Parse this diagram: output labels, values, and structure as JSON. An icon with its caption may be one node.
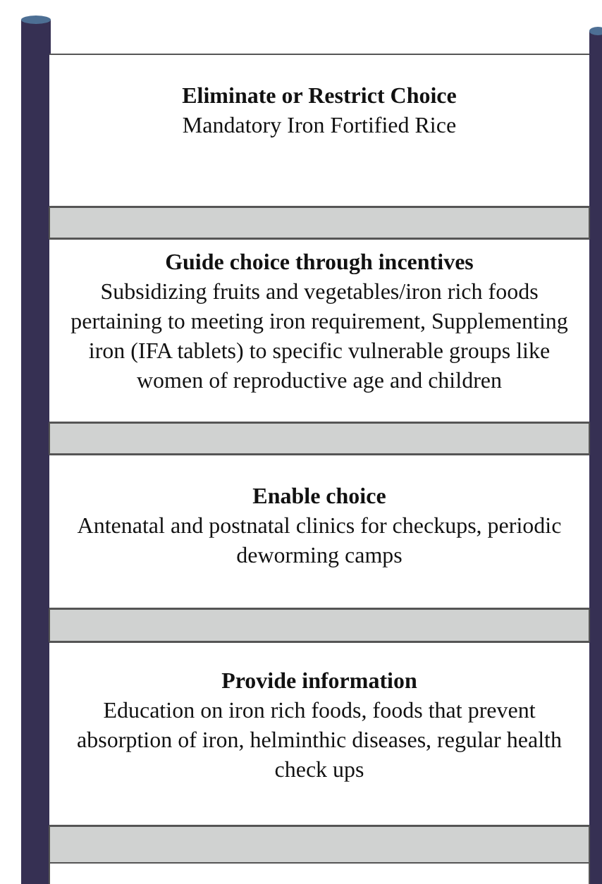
{
  "diagram": {
    "nodes": [
      {
        "text": [
          "Eliminate or Restrict Choice",
          "Mandatory Iron Fortified Rice"
        ]
      },
      {
        "text": [
          "Guide choice through incentives",
          "Subsidizing fruits and vegetables/iron rich foods pertaining to meeting iron requirement, Supplementing iron (IFA tablets) to specific vulnerable groups like women of reproductive age and children"
        ]
      },
      {
        "text": [
          "Enable choice",
          "Antenatal and postnatal clinics for checkups, periodic deworming camps"
        ]
      },
      {
        "text": [
          "Provide information",
          "Education on iron rich foods, foods that prevent absorption of iron, helminthic diseases, regular health check ups"
        ]
      }
    ]
  }
}
